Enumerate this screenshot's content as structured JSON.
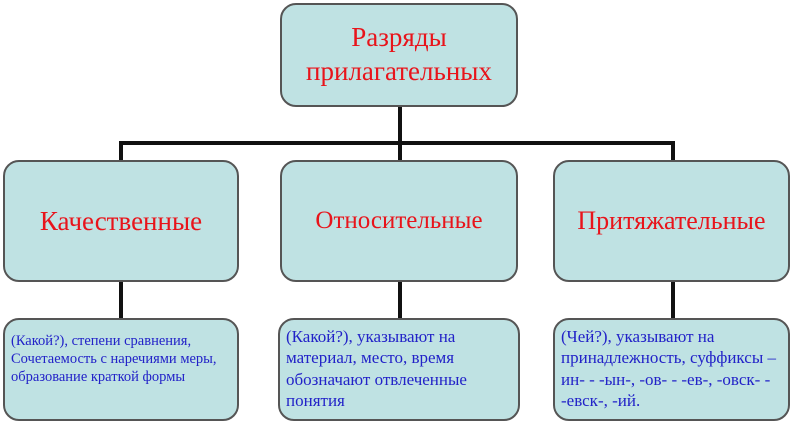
{
  "root": {
    "title": "Разряды прилагательных"
  },
  "categories": [
    {
      "title": "Качественные",
      "description": "(Какой?),  степени сравнения, Сочетаемость с наречиями меры,  образование краткой формы"
    },
    {
      "title": "Относительные",
      "description": "(Какой?), указывают на материал, место, время обозначают отвлеченные понятия"
    },
    {
      "title": "Притяжательные",
      "description": "(Чей?), указывают на принадлежность, суффиксы –ин- - -ын-, -ов- - -ев-, -овск- - -евск-, -ий."
    }
  ]
}
